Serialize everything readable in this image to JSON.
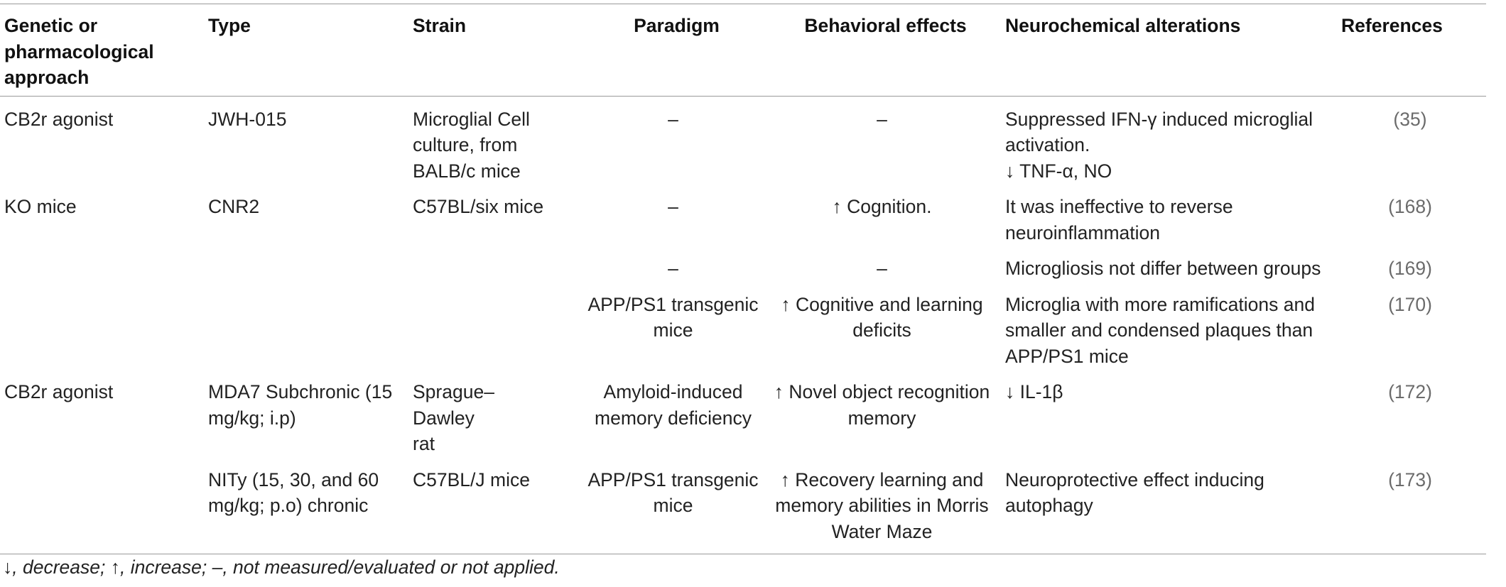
{
  "table": {
    "headers": [
      "Genetic or pharmacological approach",
      "Type",
      "Strain",
      "Paradigm",
      "Behavioral effects",
      "Neurochemical alterations",
      "References"
    ],
    "rows": [
      [
        "CB2r agonist",
        "JWH-015",
        "Microglial Cell culture, from BALB/c mice",
        "–",
        "–",
        "Suppressed IFN-γ induced microglial activation.\n↓ TNF-α, NO",
        "(35)"
      ],
      [
        "KO mice",
        "CNR2",
        "C57BL/six mice",
        "–",
        "↑ Cognition.",
        "It was ineffective to reverse neuroinflammation",
        "(168)"
      ],
      [
        "",
        "",
        "",
        "–",
        "–",
        "Microgliosis not differ between groups",
        "(169)"
      ],
      [
        "",
        "",
        "",
        "APP/PS1 transgenic mice",
        "↑ Cognitive and learning deficits",
        "Microglia with more ramifications and smaller and condensed plaques than APP/PS1 mice",
        "(170)"
      ],
      [
        "CB2r agonist",
        "MDA7 Subchronic (15 mg/kg; i.p)",
        "Sprague–\nDawley\nrat",
        "Amyloid-induced memory deficiency",
        "↑ Novel object recognition memory",
        "↓ IL-1β",
        "(172)"
      ],
      [
        "",
        "NITy (15, 30, and 60 mg/kg; p.o) chronic",
        "C57BL/J mice",
        "APP/PS1 transgenic mice",
        "↑ Recovery learning and memory abilities in Morris Water Maze",
        "Neuroprotective effect inducing autophagy",
        "(173)"
      ]
    ]
  },
  "footnote": "↓, decrease; ↑, increase; –, not measured/evaluated or not applied."
}
